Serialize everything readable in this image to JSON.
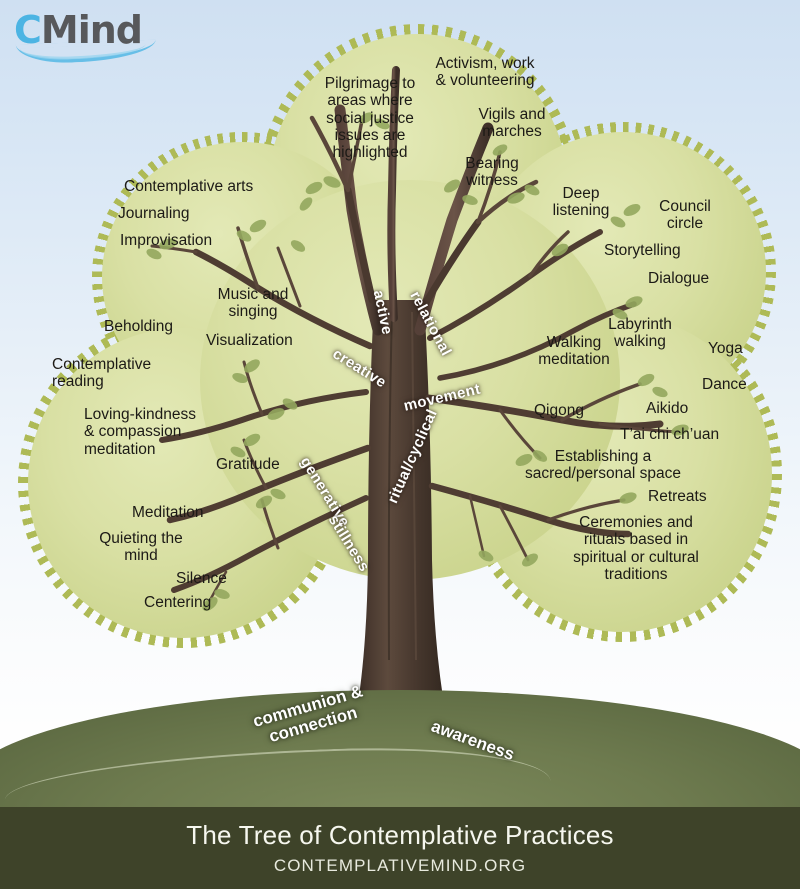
{
  "logo": {
    "part1": "C",
    "part2": "Mind"
  },
  "footer": {
    "title": "The Tree of Contemplative Practices",
    "url": "CONTEMPLATIVEMIND.ORG"
  },
  "colors": {
    "sky_top": "#cfe0f2",
    "canopy_fill": "#d9e0a4",
    "canopy_edge": "#aeba56",
    "trunk": "#4a3a32",
    "ground": "#6e7b4f",
    "footer_bg": "#3e4329",
    "logo_blue": "#4cb4e3",
    "logo_gray": "#57585b"
  },
  "branch_labels": [
    {
      "id": "active",
      "text": "active"
    },
    {
      "id": "relational",
      "text": "relational"
    },
    {
      "id": "creative",
      "text": "creative"
    },
    {
      "id": "movement",
      "text": "movement"
    },
    {
      "id": "generative",
      "text": "generative"
    },
    {
      "id": "stillness",
      "text": "stillness"
    },
    {
      "id": "ritual-cyclical",
      "text": "ritual/cyclical"
    }
  ],
  "root_labels": [
    {
      "id": "communion-connection",
      "text": "communion &\nconnection"
    },
    {
      "id": "awareness",
      "text": "awareness"
    }
  ],
  "practices": [
    {
      "id": "pilgrimage",
      "text": "Pilgrimage to\nareas where\nsocial justice\nissues are\nhighlighted"
    },
    {
      "id": "activism",
      "text": "Activism, work\n& volunteering"
    },
    {
      "id": "vigils-marches",
      "text": "Vigils and\nmarches"
    },
    {
      "id": "bearing-witness",
      "text": "Bearing\nwitness"
    },
    {
      "id": "deep-listening",
      "text": "Deep\nlistening"
    },
    {
      "id": "council-circle",
      "text": "Council\ncircle"
    },
    {
      "id": "storytelling",
      "text": "Storytelling"
    },
    {
      "id": "dialogue",
      "text": "Dialogue"
    },
    {
      "id": "contemplative-arts",
      "text": "Contemplative arts"
    },
    {
      "id": "journaling",
      "text": "Journaling"
    },
    {
      "id": "improvisation",
      "text": "Improvisation"
    },
    {
      "id": "music-singing",
      "text": "Music and\nsinging"
    },
    {
      "id": "visualization",
      "text": "Visualization"
    },
    {
      "id": "beholding",
      "text": "Beholding"
    },
    {
      "id": "contemplative-reading",
      "text": "Contemplative\nreading"
    },
    {
      "id": "loving-kindness",
      "text": "Loving-kindness\n& compassion\nmeditation"
    },
    {
      "id": "gratitude",
      "text": "Gratitude"
    },
    {
      "id": "meditation",
      "text": "Meditation"
    },
    {
      "id": "quieting-the-mind",
      "text": "Quieting the\nmind"
    },
    {
      "id": "silence",
      "text": "Silence"
    },
    {
      "id": "centering",
      "text": "Centering"
    },
    {
      "id": "walking-meditation",
      "text": "Walking\nmeditation"
    },
    {
      "id": "labyrinth-walking",
      "text": "Labyrinth\nwalking"
    },
    {
      "id": "yoga",
      "text": "Yoga"
    },
    {
      "id": "dance",
      "text": "Dance"
    },
    {
      "id": "qigong",
      "text": "Qigong"
    },
    {
      "id": "aikido",
      "text": "Aikido"
    },
    {
      "id": "tai-chi-chuan",
      "text": "T’ai chi ch’uan"
    },
    {
      "id": "sacred-space",
      "text": "Establishing a\nsacred/personal space"
    },
    {
      "id": "retreats",
      "text": "Retreats"
    },
    {
      "id": "ceremonies",
      "text": "Ceremonies and\nrituals based in\nspiritual or cultural\ntraditions"
    }
  ]
}
